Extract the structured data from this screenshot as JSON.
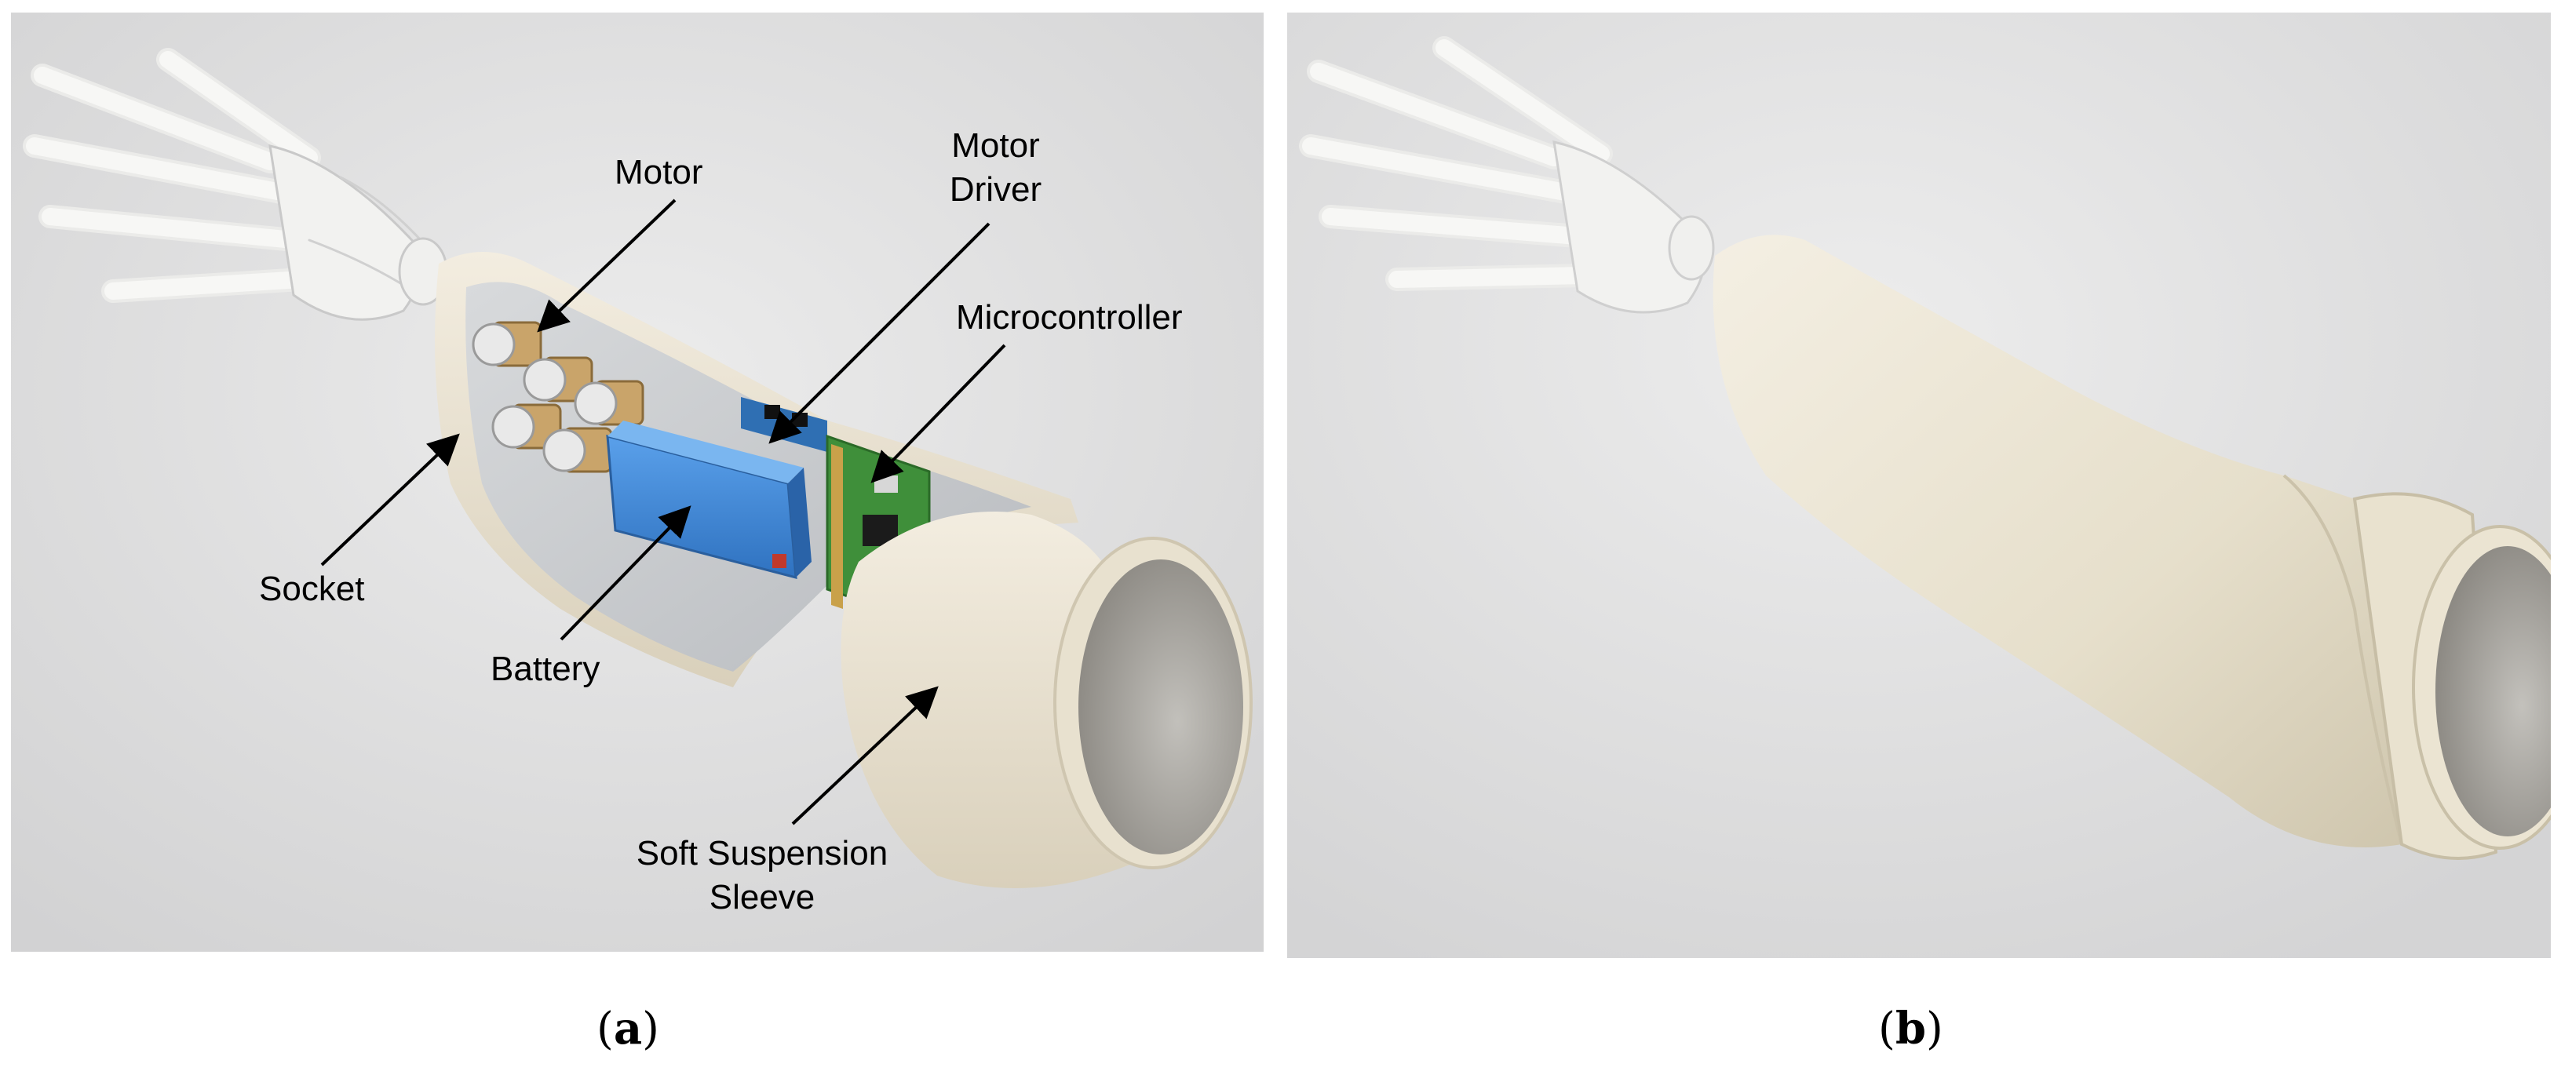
{
  "panels": [
    {
      "id": "a",
      "caption_letter": "a",
      "caption_open": "(",
      "caption_close": ")",
      "callouts": {
        "motor": "Motor",
        "motor_driver_line1": "Motor",
        "motor_driver_line2": "Driver",
        "microcontroller": "Microcontroller",
        "socket": "Socket",
        "battery": "Battery",
        "sleeve_line1": "Soft Suspension",
        "sleeve_line2": "Sleeve"
      }
    },
    {
      "id": "b",
      "caption_letter": "b",
      "caption_open": "(",
      "caption_close": ")"
    }
  ],
  "colors": {
    "background_gray": "#dededf",
    "shell_cream": "#ece5d3",
    "bone_white": "#f4f4f2",
    "battery_blue": "#3d86d8",
    "pcb_green": "#3f8f3a",
    "motor_gold": "#c9a46a"
  }
}
